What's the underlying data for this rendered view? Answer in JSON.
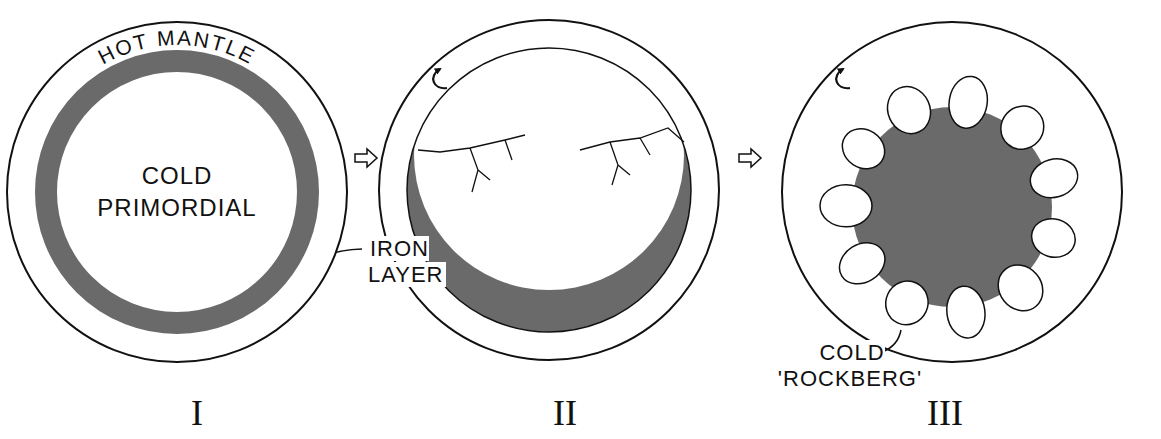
{
  "diagram": {
    "nodes": [
      {
        "text": [
          "HOT MANTLE"
        ]
      },
      {
        "text": [
          "COLD PRIMORDIAL"
        ],
        "in": 0
      }
    ],
    "labels": [
      "IRON LAYER",
      "COLD 'ROCKBERG'",
      "I",
      "II",
      "III"
    ]
  }
}
